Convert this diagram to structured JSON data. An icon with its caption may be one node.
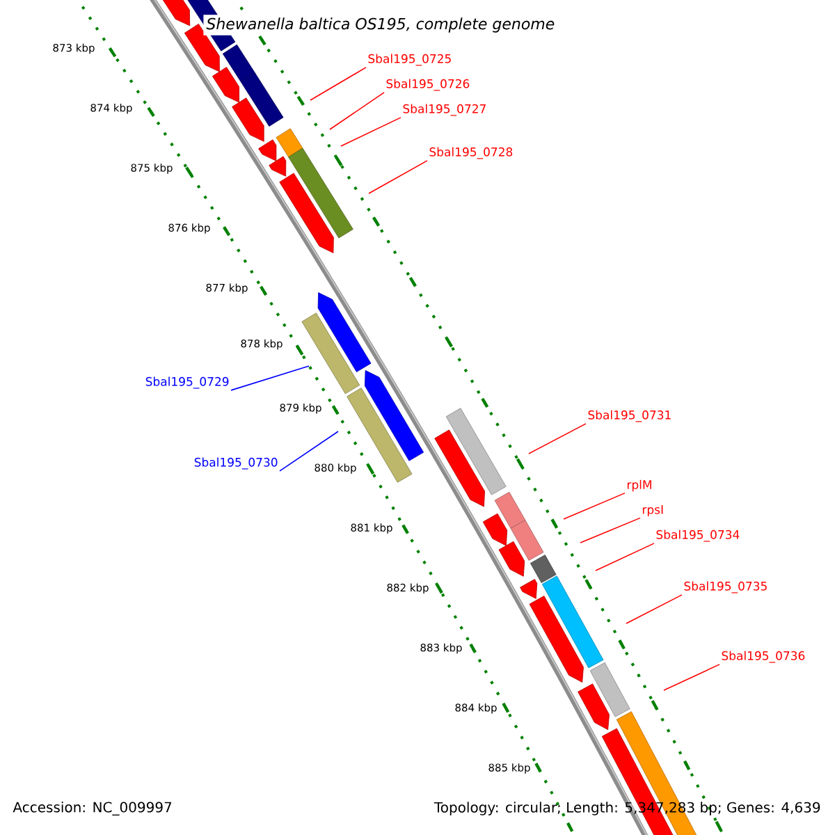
{
  "diagram": {
    "title": "Shewanella baltica OS195, complete genome",
    "nodes": [
      {
        "text": [
          "Sbal195_0725"
        ]
      },
      {
        "text": [
          "Sbal195_0726"
        ]
      },
      {
        "text": [
          "Sbal195_0727"
        ]
      },
      {
        "text": [
          "Sbal195_0728"
        ]
      },
      {
        "text": [
          "Sbal195_0729"
        ]
      },
      {
        "text": [
          "Sbal195_0730"
        ]
      },
      {
        "text": [
          "Sbal195_0731"
        ]
      },
      {
        "text": [
          "rplM"
        ]
      },
      {
        "text": [
          "rpsI"
        ]
      },
      {
        "text": [
          "Sbal195_0734"
        ]
      },
      {
        "text": [
          "Sbal195_0735"
        ]
      },
      {
        "text": [
          "Sbal195_0736"
        ]
      }
    ],
    "edges": [
      {
        "from": 0,
        "to": null,
        "arrow": "none"
      },
      {
        "from": 1,
        "to": null,
        "arrow": "none"
      },
      {
        "from": 2,
        "to": null,
        "arrow": "none"
      },
      {
        "from": 3,
        "to": null,
        "arrow": "none"
      },
      {
        "from": 4,
        "to": null,
        "arrow": "none",
        "color": "#0000ff"
      },
      {
        "from": 5,
        "to": null,
        "arrow": "none",
        "color": "#0000ff"
      },
      {
        "from": 6,
        "to": null,
        "arrow": "none"
      },
      {
        "from": 7,
        "to": null,
        "arrow": "none"
      },
      {
        "from": 8,
        "to": null,
        "arrow": "none"
      },
      {
        "from": 9,
        "to": null,
        "arrow": "none"
      },
      {
        "from": 10,
        "to": null,
        "arrow": "none"
      },
      {
        "from": 11,
        "to": null,
        "arrow": "none"
      }
    ],
    "labels": [
      "873 kbp",
      "874 kbp",
      "875 kbp",
      "876 kbp",
      "877 kbp",
      "878 kbp",
      "879 kbp",
      "880 kbp",
      "881 kbp",
      "882 kbp",
      "883 kbp",
      "884 kbp",
      "885 kbp",
      "Accession: NC_009997",
      "Topology: circular; Length: 5,347,283 bp; Genes: 4,639"
    ]
  }
}
